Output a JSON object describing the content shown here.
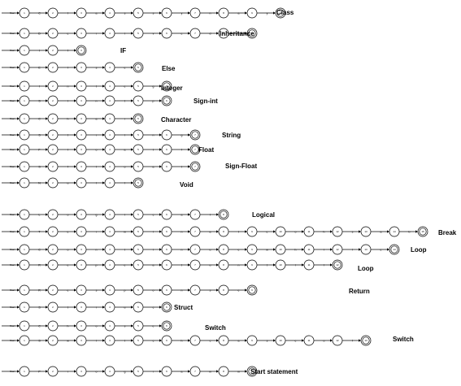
{
  "diagram": {
    "type": "finite-automata",
    "start_text": "Start",
    "automata": [
      {
        "label": "Class",
        "symbols": [
          "C",
          "l",
          "a",
          "s",
          "s",
          "y",
          "n",
          "a",
          "y"
        ]
      },
      {
        "label": "Inheritance",
        "symbols": [
          "D",
          "e",
          "r",
          "i",
          "v",
          "e",
          "d",
          "s"
        ]
      },
      {
        "label": "IF",
        "symbols": [
          "I",
          "f"
        ]
      },
      {
        "label": "Else",
        "symbols": [
          "E",
          "l",
          "s",
          "e"
        ]
      },
      {
        "label": "Integer",
        "symbols": [
          "I",
          "n",
          "t",
          "e",
          "g"
        ]
      },
      {
        "label": "Sign-int",
        "symbols": [
          "S",
          "i",
          "n",
          "t",
          "p"
        ]
      },
      {
        "label": "Character",
        "symbols": [
          "C",
          "h",
          "a",
          "r"
        ]
      },
      {
        "label": "String",
        "symbols": [
          "S",
          "t",
          "r",
          "i",
          "n",
          "g"
        ]
      },
      {
        "label": "Float",
        "symbols": [
          "F",
          "l",
          "o",
          "a",
          "t",
          "f"
        ]
      },
      {
        "label": "Sign-Float",
        "symbols": [
          "S",
          "f",
          "l",
          "o",
          "a",
          "t"
        ]
      },
      {
        "label": "Void",
        "symbols": [
          "N",
          "u",
          "l",
          "l"
        ]
      },
      {
        "label": "Logical",
        "symbols": [
          "L",
          "o",
          "g",
          "i",
          "c",
          "a",
          "l"
        ]
      },
      {
        "label": "Break",
        "symbols": [
          "T",
          "e",
          "r",
          "m",
          "i",
          "n",
          "a",
          "t",
          "e",
          "o",
          "h",
          "s",
          "a",
          "b"
        ]
      },
      {
        "label": "Loop",
        "symbols": [
          "C",
          "o",
          "n",
          "t",
          "i",
          "n",
          "u",
          "e",
          "w",
          "h",
          "i",
          "l",
          "e"
        ]
      },
      {
        "label": "Loop",
        "symbols": [
          "R",
          "e",
          "p",
          "e",
          "a",
          "t",
          "u",
          "n",
          "t",
          "i",
          "l"
        ]
      },
      {
        "label": "Return",
        "symbols": [
          "R",
          "e",
          "s",
          "p",
          "o",
          "n",
          "s",
          "e"
        ]
      },
      {
        "label": "Struct",
        "symbols": [
          "S",
          "t",
          "r",
          "u",
          "c"
        ]
      },
      {
        "label": "Switch",
        "symbols": [
          "C",
          "h",
          "o",
          "s",
          "e"
        ]
      },
      {
        "label": "Switch",
        "symbols": [
          "S",
          "w",
          "i",
          "t",
          "c",
          "h",
          "c",
          "a",
          "s",
          "e",
          "o",
          "f"
        ]
      },
      {
        "label": "Start statement",
        "symbols": [
          "P",
          "r",
          "o",
          "g",
          "r",
          "a",
          "m",
          "m"
        ]
      }
    ]
  }
}
